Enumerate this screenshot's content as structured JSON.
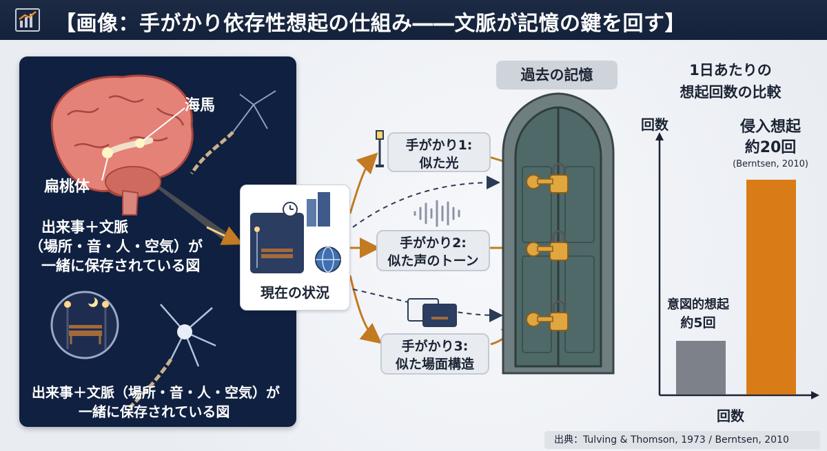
{
  "title": "【画像：手がかり依存性想起の仕組み――文脈が記憶の鍵を回す】",
  "left_panel": {
    "hippocampus_label": "海馬",
    "amygdala_label": "扁桃体",
    "context_caption_1": "出来事＋文脈",
    "context_caption_2": "（場所・音・人・空気）が",
    "context_caption_3": "一緒に保存されている図",
    "bottom_caption_1": "出来事＋文脈（場所・音・人・空気）が",
    "bottom_caption_2": "一緒に保存されている図"
  },
  "situation": {
    "label": "現在の状況"
  },
  "cues": [
    {
      "line1": "手がかり1:",
      "line2": "似た光"
    },
    {
      "line1": "手がかり2:",
      "line2": "似た声のトーン"
    },
    {
      "line1": "手がかり3:",
      "line2": "似た場面構造"
    }
  ],
  "past_memory": {
    "label": "過去の記憶"
  },
  "chart": {
    "title_line1": "1日あたりの",
    "title_line2": "想起回数の比較",
    "y_axis_label": "回数",
    "x_axis_label": "回数",
    "bars": [
      {
        "name": "意図的想起",
        "value_label": "約5回",
        "color": "#7c818a"
      },
      {
        "name": "侵入想起",
        "value_label": "約20回",
        "note": "(Berntsen, 2010)",
        "color": "#d97c18"
      }
    ]
  },
  "chart_data": {
    "type": "bar",
    "title": "1日あたりの想起回数の比較",
    "categories": [
      "意図的想起",
      "侵入想起"
    ],
    "values": [
      5,
      20
    ],
    "ylabel": "回数",
    "xlabel": "回数",
    "grid": false
  },
  "source": "出典：Tulving & Thomson, 1973 / Berntsen, 2010"
}
